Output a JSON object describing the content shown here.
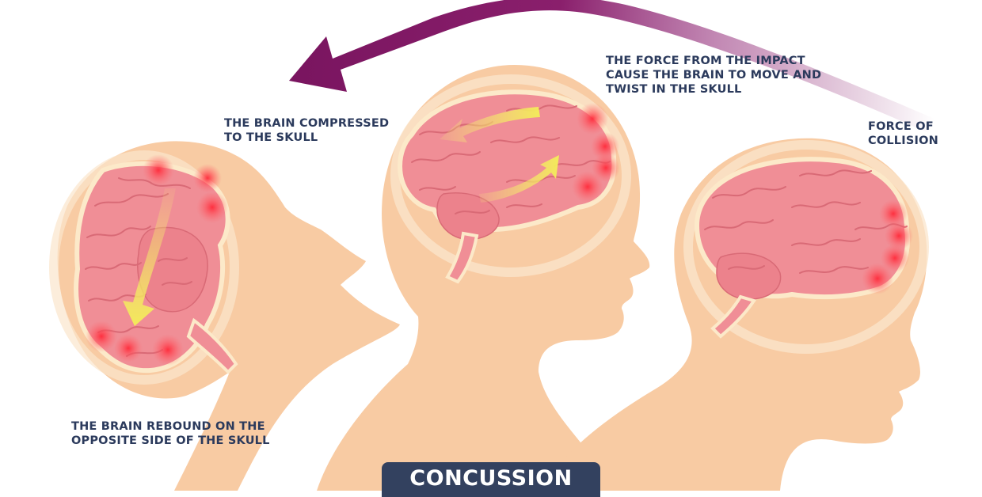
{
  "title": "CONCUSSION",
  "labels": {
    "force_impact": [
      "THE FORCE FROM THE IMPACT",
      "CAUSE THE BRAIN TO MOVE AND",
      "TWIST IN THE SKULL"
    ],
    "brain_compressed": [
      "THE BRAIN COMPRESSED",
      "TO THE SKULL"
    ],
    "force_collision": [
      "FORCE OF",
      "COLLISION"
    ],
    "brain_rebound": [
      "THE BRAIN REBOUND ON THE",
      "OPPOSITE SIDE OF THE SKULL"
    ]
  },
  "colors": {
    "skin": "#f8cba3",
    "skull_halo": "#fbe6cc",
    "brain": "#f08e96",
    "brain_fold": "#d96a76",
    "impact_glow": "#ff2a3a",
    "motion_arrow": "#f6f07a",
    "force_arrow": "#8a1f6c",
    "label_text": "#2b3a5c",
    "banner": "#33415f"
  }
}
